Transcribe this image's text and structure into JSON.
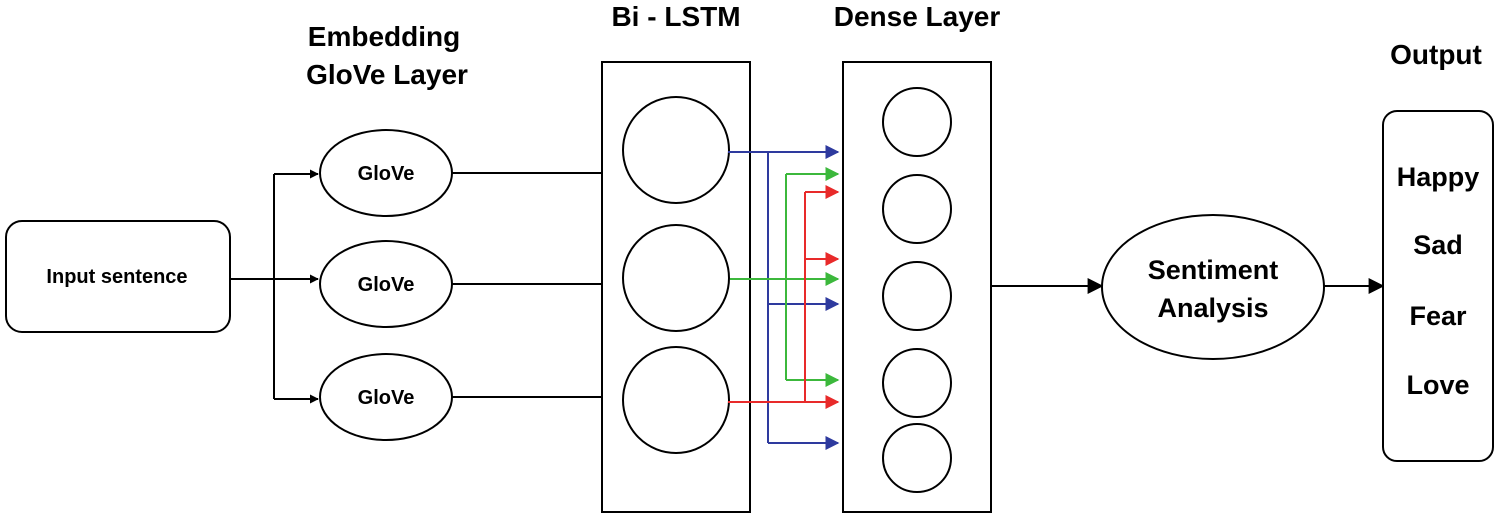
{
  "headings": {
    "embedding_line1": "Embedding",
    "embedding_line2": "GloVe Layer",
    "bilstm": "Bi - LSTM",
    "dense": "Dense Layer",
    "output": "Output"
  },
  "input": {
    "label": "Input sentence"
  },
  "glove_nodes": [
    {
      "label": "GloVe"
    },
    {
      "label": "GloVe"
    },
    {
      "label": "GloVe"
    }
  ],
  "sentiment": {
    "line1": "Sentiment",
    "line2": "Analysis"
  },
  "outputs": [
    {
      "label": "Happy",
      "color": "#1a7a3c"
    },
    {
      "label": "Sad",
      "color": "#e8302a"
    },
    {
      "label": "Fear",
      "color": "#2e3f9a"
    },
    {
      "label": "Love",
      "color": "#e8177d"
    }
  ],
  "colors": {
    "blue_arrows": "#2e3a9e",
    "green_arrows": "#3cb83c",
    "red_arrows": "#e82a2a"
  }
}
